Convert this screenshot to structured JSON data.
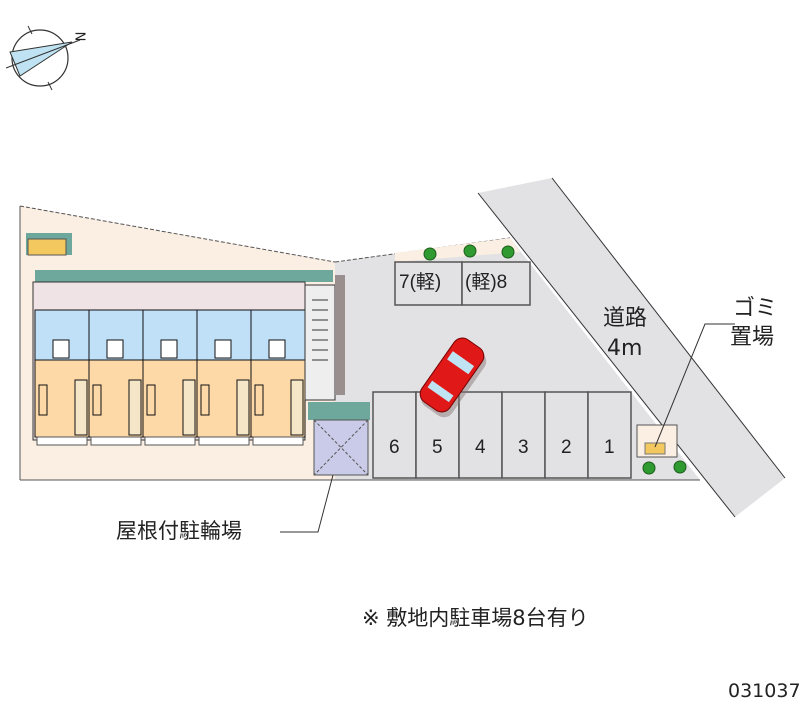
{
  "compass": {
    "north_label": "N"
  },
  "road": {
    "label": "道路",
    "width": "4m"
  },
  "garbage": {
    "line1": "ゴミ",
    "line2": "置場"
  },
  "bike_shelter": {
    "label": "屋根付駐輪場"
  },
  "parking": {
    "spaces": [
      "6",
      "5",
      "4",
      "3",
      "2",
      "1"
    ],
    "kei_spaces": [
      "7(軽)",
      "(軽)8"
    ]
  },
  "note": "※ 敷地内駐車場8台有り",
  "property_code": "031037",
  "colors": {
    "site": "#fbeee3",
    "parking_area": "#e2e1e3",
    "road": "#e2e1e3",
    "unit_wet": "#bfe0f7",
    "unit_room": "#fcd9a6",
    "teal": "#6ea79c",
    "car": "#e01818",
    "tree": "#2f9a2f"
  }
}
